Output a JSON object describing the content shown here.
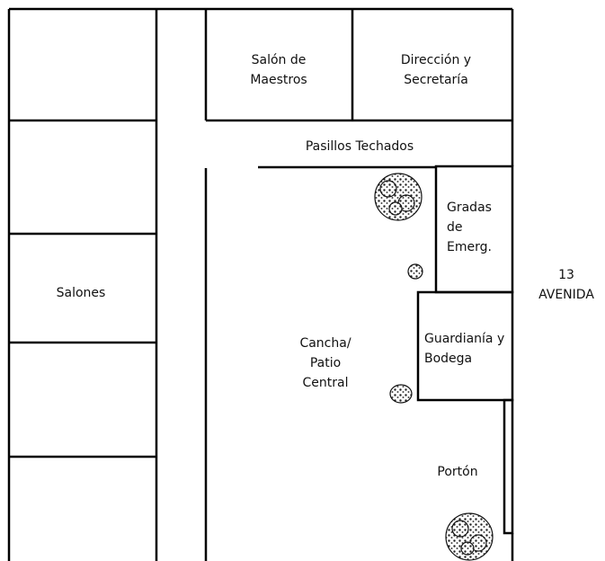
{
  "plan": {
    "rooms": {
      "salon_maestros": [
        "Salón de",
        "Maestros"
      ],
      "direccion": [
        "Dirección y",
        "Secretaría"
      ],
      "pasillos": "Pasillos Techados",
      "gradas": [
        "Gradas",
        "de",
        "Emerg."
      ],
      "guardiania": [
        "Guardianía y",
        "Bodega"
      ],
      "cancha": [
        "Cancha/",
        "Patio",
        "Central"
      ],
      "porton": "Portón",
      "salones": "Salones"
    },
    "street": [
      "13",
      "AVENIDA"
    ],
    "trees": [
      {
        "name": "tree-large"
      },
      {
        "name": "shrub-small"
      },
      {
        "name": "shrub-small"
      },
      {
        "name": "tree-large"
      }
    ]
  }
}
